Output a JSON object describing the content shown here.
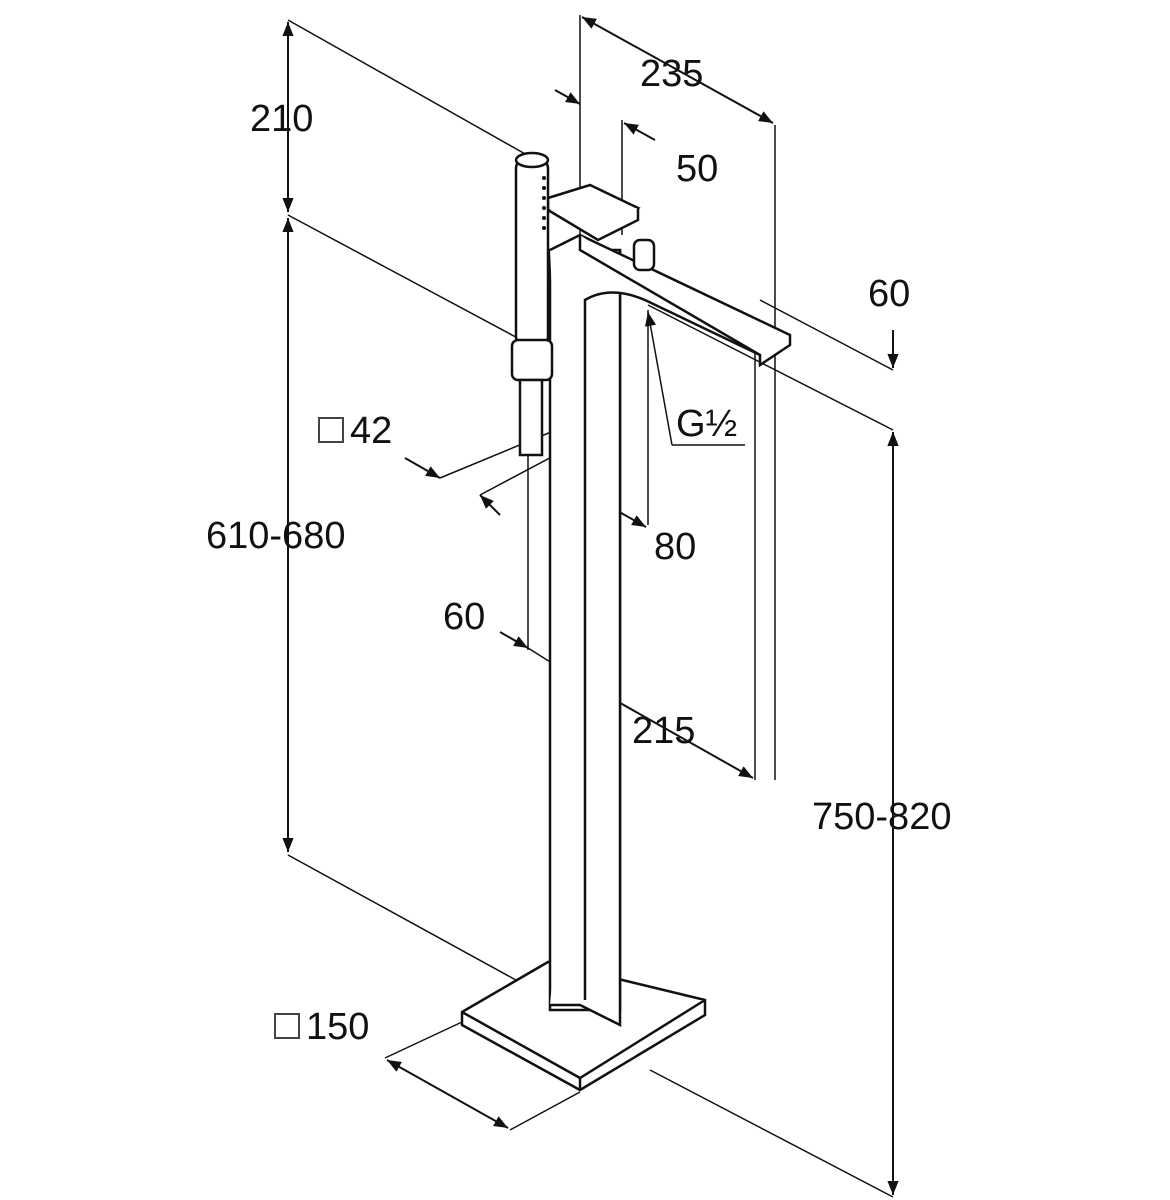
{
  "dimensions": {
    "top_width": "235",
    "handshower_height": "210",
    "lever_width": "50",
    "spout_height": "60",
    "thread": "G½",
    "column_square": "42",
    "column_square_symbol": "□",
    "height_range_handshower": "610-680",
    "outlet_offset": "80",
    "column_offset": "60",
    "spout_reach": "215",
    "total_height_range": "750-820",
    "base_square": "150",
    "base_square_symbol": "□"
  },
  "colors": {
    "line": "#111111",
    "background": "#ffffff"
  }
}
